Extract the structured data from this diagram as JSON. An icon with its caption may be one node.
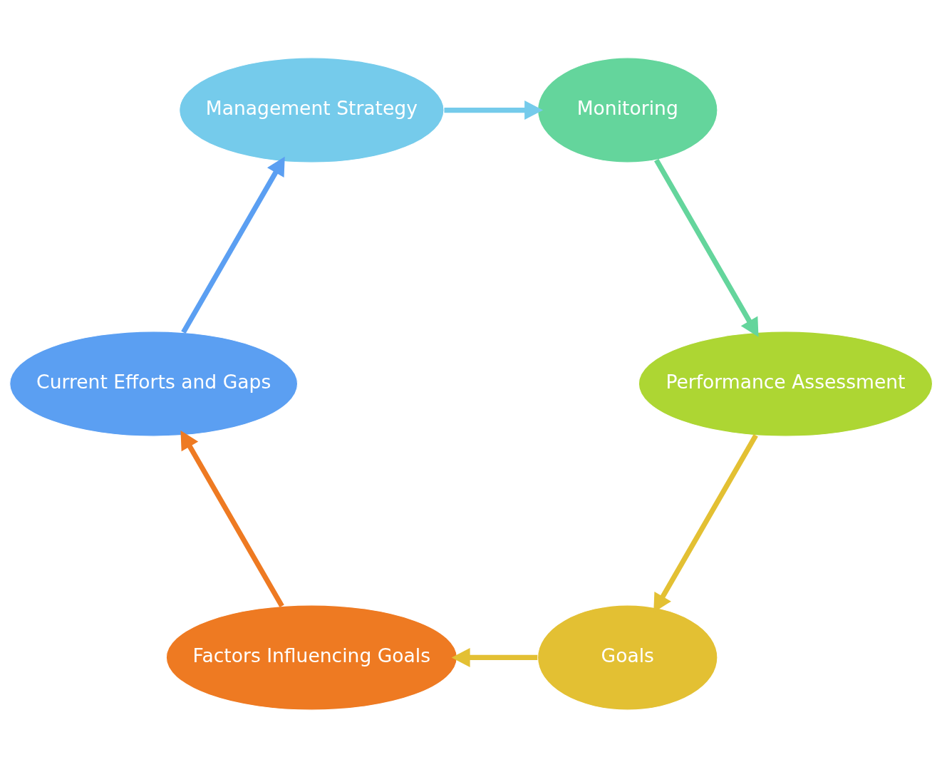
{
  "diagram": {
    "nodes": [
      {
        "text": [
          "Goals"
        ]
      },
      {
        "text": [
          "Factors Influencing Goals"
        ]
      },
      {
        "text": [
          "Current Efforts and Gaps"
        ]
      },
      {
        "text": [
          "Management Strategy"
        ]
      },
      {
        "text": [
          "Monitoring"
        ]
      },
      {
        "text": [
          "Performance Assessment"
        ]
      }
    ],
    "edges": [
      {
        "from": 0,
        "to": 1,
        "arrow": "to",
        "color": "#e3c033"
      },
      {
        "from": 1,
        "to": 2,
        "arrow": "to",
        "color": "#ee7a22"
      },
      {
        "from": 2,
        "to": 3,
        "arrow": "to",
        "color": "#5b9ff2"
      },
      {
        "from": 3,
        "to": 4,
        "arrow": "to",
        "color": "#75cbeb"
      },
      {
        "from": 4,
        "to": 5,
        "arrow": "to",
        "color": "#64d59c"
      },
      {
        "from": 5,
        "to": 0,
        "arrow": "to",
        "color": "#e3c033"
      }
    ]
  }
}
